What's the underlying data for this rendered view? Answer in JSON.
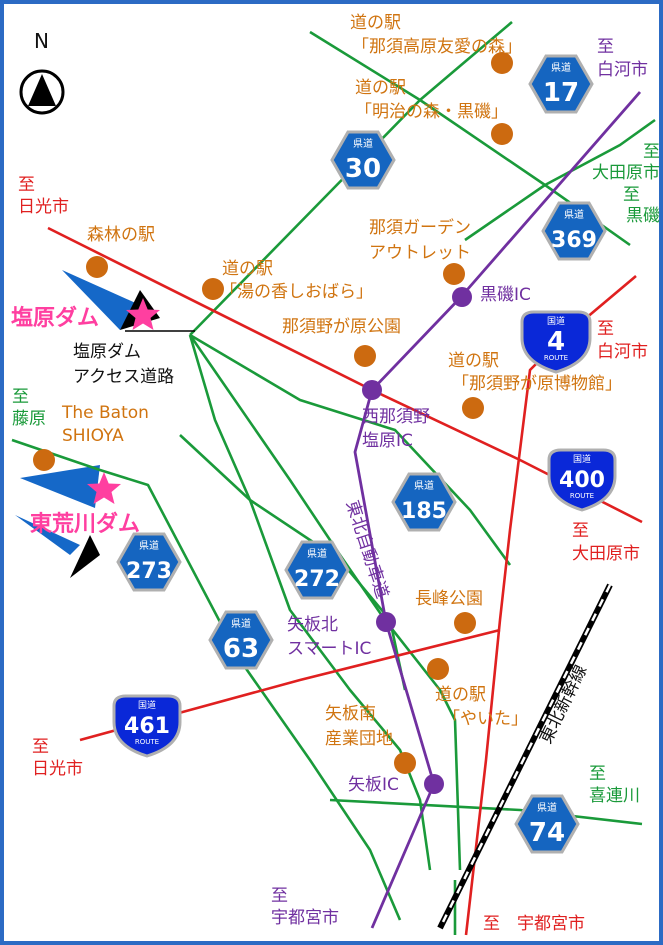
{
  "compass": {
    "label": "N"
  },
  "michinoeki_nasukogen": {
    "line1": "道の駅",
    "line2": "「那須高原友愛の森」"
  },
  "michinoeki_meiji": {
    "line1": "道の駅",
    "line2": "「明治の森・黒磯」"
  },
  "michinoeki_yunoka": {
    "line1": "道の駅",
    "line2": "「湯の香しおばら」"
  },
  "michinoeki_hakubutsukan": {
    "line1": "道の駅",
    "line2": "「那須野が原博物館」"
  },
  "michinoeki_yaita": {
    "line1": "道の駅",
    "line2": "「やいた」"
  },
  "shinrin_no_eki": "森林の駅",
  "nasu_garden_outlet": {
    "line1": "那須ガーデン",
    "line2": "アウトレット"
  },
  "nasunogahara_park": "那須野が原公園",
  "nagamine_park": "長峰公園",
  "the_baton": {
    "line1": "The Baton",
    "line2": "SHIOYA"
  },
  "yaitaminami": {
    "line1": "矢板南",
    "line2": "産業団地"
  },
  "shiobara_dam": "塩原ダム",
  "higashiarakawa_dam": "東荒川ダム",
  "access_road": {
    "line1": "塩原ダム",
    "line2": "アクセス道路"
  },
  "ic": {
    "kuroiso": "黒磯IC",
    "nishinasuno": {
      "line1": "西那須野",
      "line2": "塩原IC"
    },
    "yaitakita": {
      "line1": "矢板北",
      "line2": "スマートIC"
    },
    "yaita": "矢板IC"
  },
  "expressway_label": "東北自動車道",
  "shinkansen_label": "東北新幹線",
  "directions": {
    "shirakawa_top": {
      "line1": "至",
      "line2": "白河市"
    },
    "otawara_kuroiso": {
      "line1": "至",
      "line2": "大田原市",
      "line3": "至",
      "line4": "黒磯"
    },
    "nikko_top": {
      "line1": "至",
      "line2": "日光市"
    },
    "shirakawa_mid": {
      "line1": "至",
      "line2": "白河市"
    },
    "fujiwara": {
      "line1": "至",
      "line2": "藤原"
    },
    "otawara_mid": {
      "line1": "至",
      "line2": "大田原市"
    },
    "nikko_bottom": {
      "line1": "至",
      "line2": "日光市"
    },
    "kitsuregawa": {
      "line1": "至",
      "line2": "喜連川"
    },
    "utsunomiya_left": {
      "line1": "至",
      "line2": "宇都宮市"
    },
    "utsunomiya_right": "至　宇都宮市"
  },
  "shields": {
    "prefectural_caption": "県道",
    "national_caption_top": "国道",
    "national_caption_bottom": "ROUTE",
    "r17": "17",
    "r30": "30",
    "r369": "369",
    "r185": "185",
    "r272": "272",
    "r273": "273",
    "r63": "63",
    "r74": "74",
    "n4": "4",
    "n400": "400",
    "n461": "461"
  },
  "colors": {
    "national_road": "#e02020",
    "prefectural_road": "#1a9a3a",
    "expressway": "#7030a0",
    "poi": "#cc6a10",
    "dam_marker": "#ff3fa0",
    "dam_water": "#1568c8",
    "prefectural_shield": "#1565c0",
    "national_shield": "#0a28d8"
  }
}
